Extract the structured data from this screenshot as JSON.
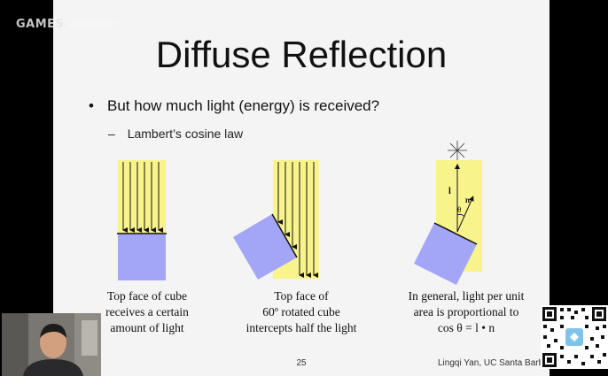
{
  "watermark": {
    "left": "GAMES",
    "right": "webinar"
  },
  "slide": {
    "title": "Diffuse Reflection",
    "bullet": "But how much light (energy) is received?",
    "sub_bullet": "Lambert’s cosine law",
    "bullet_marker": "•",
    "sub_marker": "–",
    "figures": [
      {
        "caption": [
          "Top face of cube",
          "receives a certain",
          "amount of light"
        ]
      },
      {
        "caption": [
          "Top face of",
          "60º rotated cube",
          "intercepts half the light"
        ]
      },
      {
        "caption": [
          "In general, light per unit",
          "area is proportional to",
          "cos θ = l • n"
        ],
        "labels": {
          "l": "l",
          "n": "n",
          "theta": "θ"
        }
      }
    ],
    "page_number": "25",
    "credit": "Lingqi Yan, UC Santa Barbara"
  },
  "colors": {
    "light_beam": "#f8f38a",
    "cube": "#a3a6f6",
    "slide_bg": "#f4f4f4",
    "background": "#000000"
  },
  "overlays": {
    "webcam": "presenter-webcam",
    "qr": "qr-code"
  }
}
